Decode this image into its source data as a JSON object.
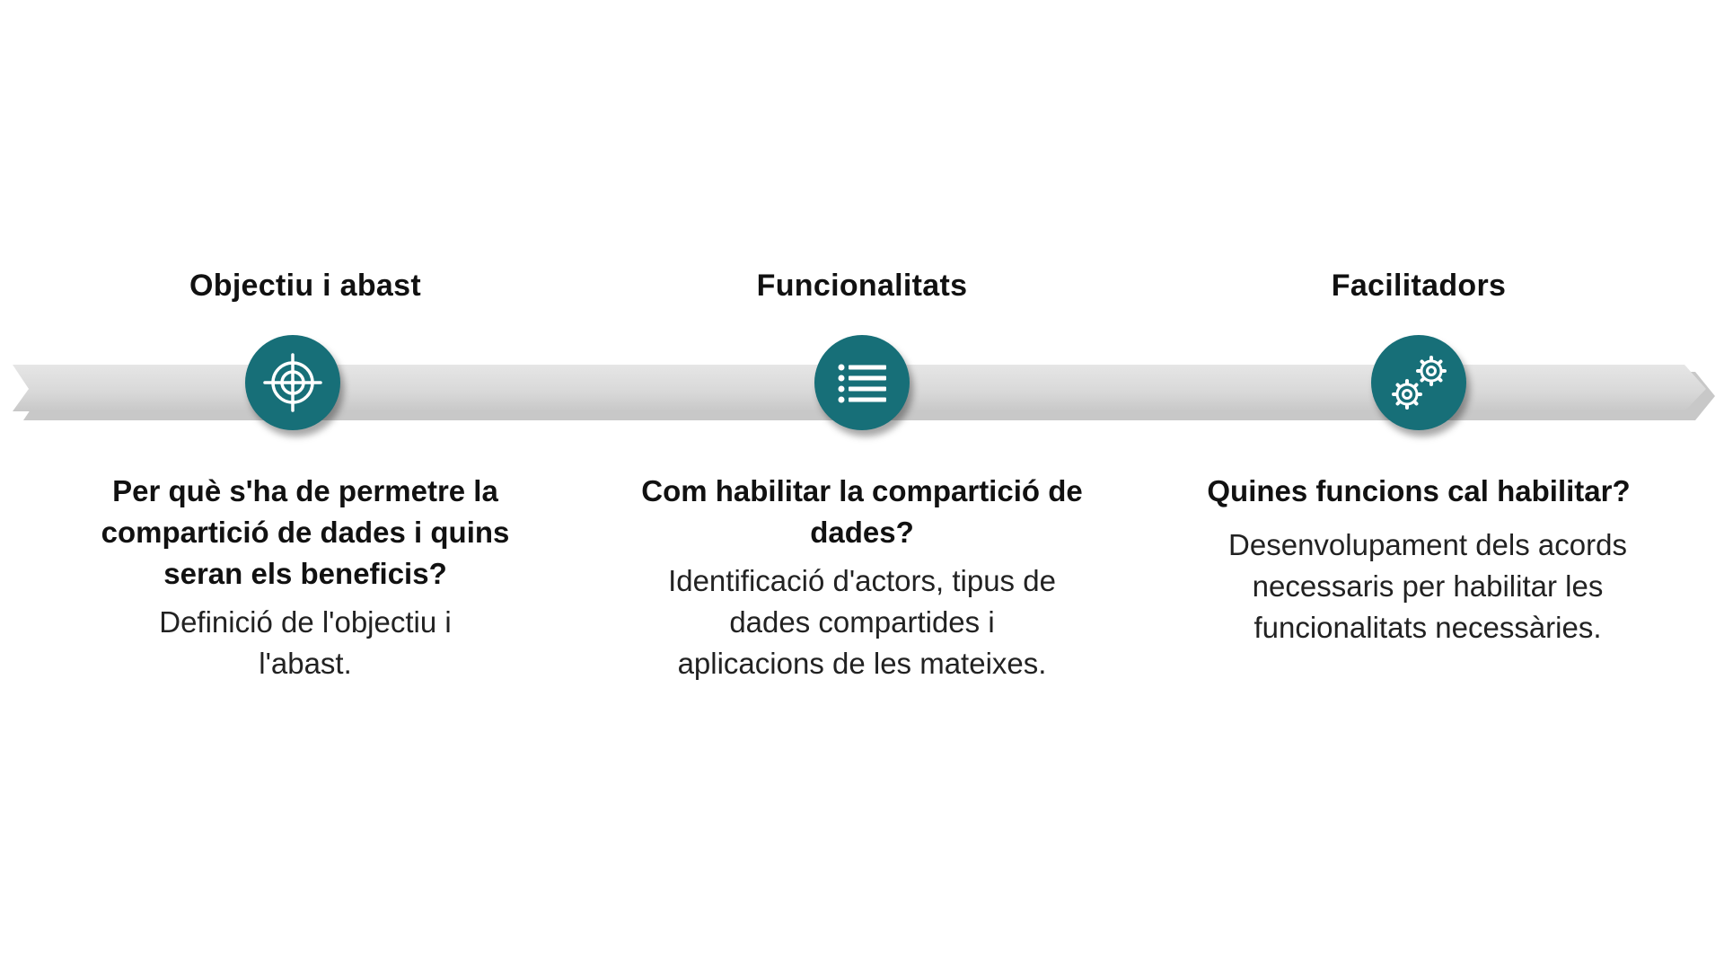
{
  "colors": {
    "accent": "#176f78",
    "bar": "#dcdcdc",
    "bar_shadow": "#9a9a9a"
  },
  "steps": [
    {
      "title": "Objectiu i abast",
      "icon": "target-icon",
      "question": "Per què s'ha de permetre la compartició de dades i quins seran els beneficis?",
      "description": "Definició de l'objectiu i l'abast."
    },
    {
      "title": "Funcionalitats",
      "icon": "list-icon",
      "question": "Com habilitar la compartició de dades?",
      "description": "Identificació d'actors, tipus de dades compartides i aplicacions de les mateixes."
    },
    {
      "title": "Facilitadors",
      "icon": "gears-icon",
      "question": "Quines funcions cal habilitar?",
      "description": "Desenvolupament dels acords necessaris per habilitar les funcionalitats necessàries."
    }
  ]
}
